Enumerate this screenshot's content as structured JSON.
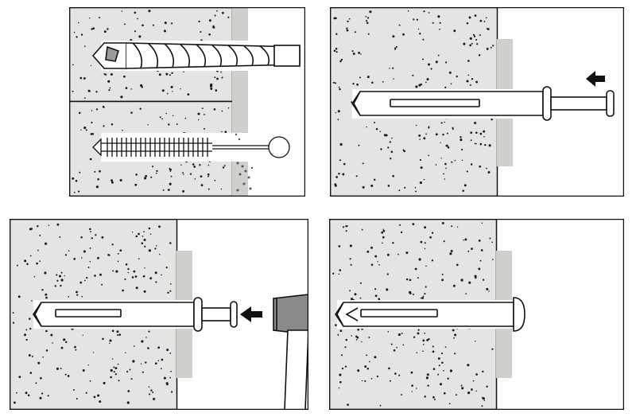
{
  "figure": {
    "kind": "installation-steps",
    "panel_count": 4,
    "panels": [
      {
        "step": 1,
        "scene": "drill-and-clean-hole",
        "icons": [
          "drill-bit-icon",
          "cleaning-brush-icon"
        ]
      },
      {
        "step": 2,
        "scene": "insert-anchor",
        "icons": [
          "anchor-icon",
          "push-arrow-icon"
        ]
      },
      {
        "step": 3,
        "scene": "hammer-nail",
        "icons": [
          "anchor-icon",
          "push-arrow-icon",
          "hammer-icon"
        ]
      },
      {
        "step": 4,
        "scene": "anchor-set",
        "icons": [
          "anchor-icon"
        ]
      }
    ],
    "colors": {
      "concrete": "#e4e4e2",
      "concrete_speckle": "#1a1a1a",
      "plaster": "#cfcfcc",
      "outline": "#111111",
      "anchor_fill": "#ffffff",
      "hammer_head": "#8a8a88"
    }
  }
}
